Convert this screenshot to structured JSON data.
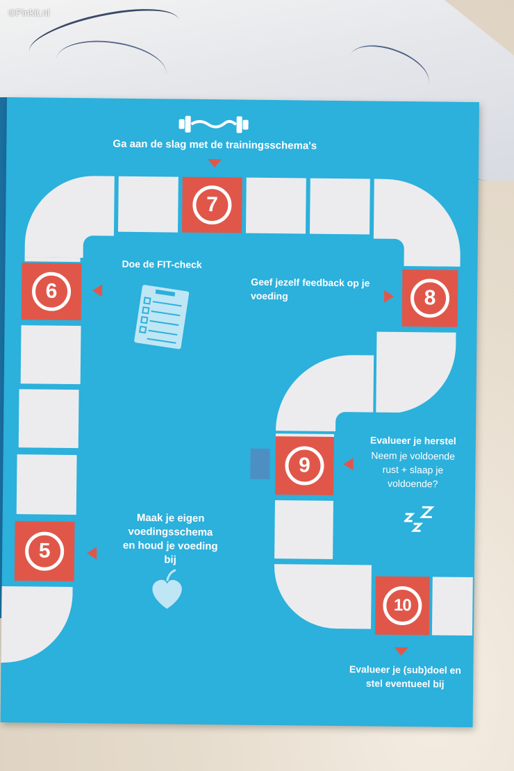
{
  "watermark": "©Pinkit.nl",
  "steps": [
    {
      "number": "5",
      "text": "Maak je eigen voedingsschema en houd je voeding bij",
      "icon": "apple-heart-icon"
    },
    {
      "number": "6",
      "text": "Doe de FIT-check",
      "icon": "checklist-icon"
    },
    {
      "number": "7",
      "text": "Ga aan de slag met de trainingsschema's",
      "icon": "dumbbell-icon"
    },
    {
      "number": "8",
      "text": "Geef jezelf feedback op je voeding"
    },
    {
      "number": "9",
      "title": "Evalueer je herstel",
      "text": "Neem je voldoende rust + slaap je voldoende?",
      "icon": "sleep-zzz-icon"
    },
    {
      "number": "10",
      "text": "Evalueer je (sub)doel en stel eventueel bij"
    }
  ],
  "colors": {
    "page": "#2cb0dc",
    "tile": "#ececee",
    "accent": "#e0574a"
  }
}
